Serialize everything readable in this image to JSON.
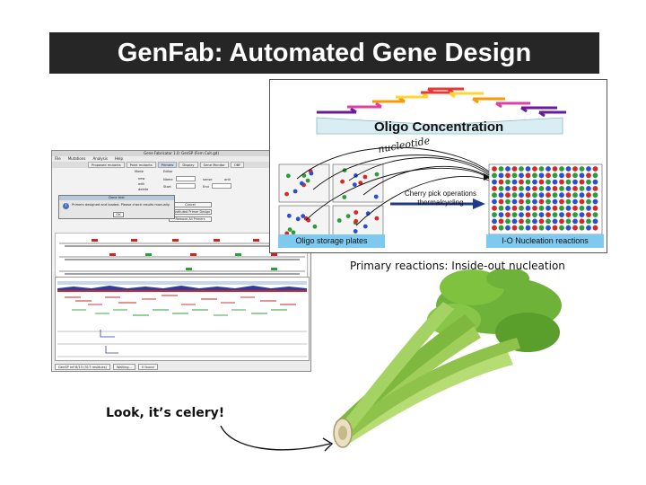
{
  "slide": {
    "title": "GenFab: Automated Gene Design",
    "primary_caption": "Primary reactions: Inside-out nucleation",
    "celery_caption": "Look, it’s celery!"
  },
  "software": {
    "window_title": "Gene Fabricator 1.0: GenSP (Fern Cuit.gd)",
    "menu": [
      "File",
      "Mutations",
      "Analysis",
      "Help"
    ],
    "tabs": [
      "Proposed mutants",
      "Point mutants",
      "Primers",
      "Display",
      "Gene Monitor",
      "OBF"
    ],
    "dialog_title": "Done text",
    "dialog_message": "Primers designed and loaded. Please check results manually.",
    "dialog_ok": "OK",
    "buttons": [
      "Cancel",
      "Substituted Primer Design",
      "Remove All Primers"
    ],
    "form": {
      "mode": "Mode",
      "editor": "Editor",
      "name": "Name",
      "start": "Start",
      "end": "End",
      "options": [
        "new",
        "edit",
        "delete"
      ],
      "strand": [
        "sense",
        "anti"
      ]
    },
    "status": [
      "GenSP ref 6/13 (317 residues)",
      "Waiting...",
      "0 found"
    ]
  },
  "figure": {
    "oligo_concentration": "Oligo Concentration",
    "nucleotide": "nucleotide",
    "storage_plates": "Oligo storage plates",
    "cherry_pick": "Cherry pick operations",
    "thermalcycling": "thermalcycling",
    "nucleation_reactions": "I-O Nucleation reactions"
  },
  "colors": {
    "title_bg": "#262626",
    "label_bg": "#7ec9f0",
    "arrow_blue": "#1e3a8a",
    "dot_red": "#d62828",
    "dot_green": "#2a9d3a",
    "dot_blue": "#2a4fd6",
    "celery_green": "#5aa02c"
  }
}
